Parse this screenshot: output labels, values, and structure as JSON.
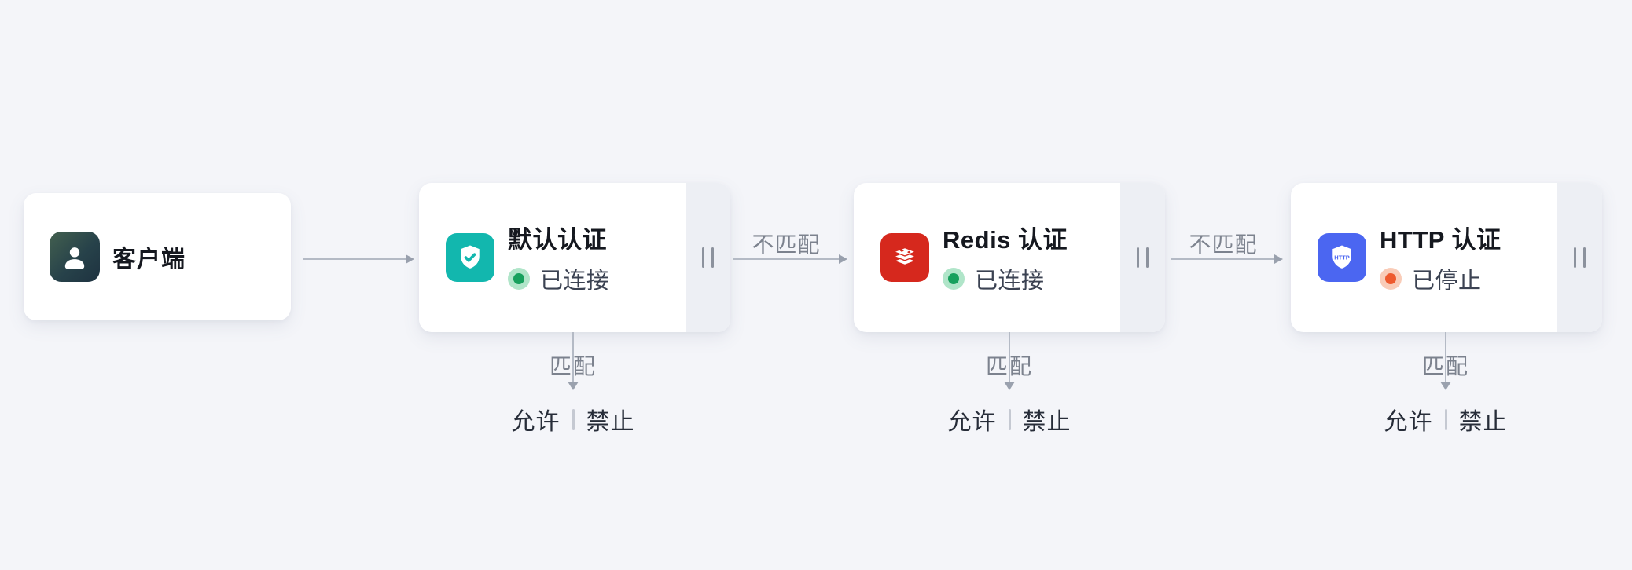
{
  "background_color": "#f4f5f9",
  "client_node": {
    "title": "客户端",
    "icon": "user-icon",
    "icon_gradient": [
      "#43604f",
      "#1e3240"
    ]
  },
  "auth_nodes": [
    {
      "title": "默认认证",
      "icon": "shield-check-icon",
      "icon_color": "#12b7ae",
      "status_label": "已连接",
      "status_state": "connected",
      "match_label": "匹配",
      "allow_label": "允许",
      "deny_label": "禁止"
    },
    {
      "title": "Redis 认证",
      "icon": "redis-icon",
      "icon_color": "#d6281d",
      "status_label": "已连接",
      "status_state": "connected",
      "match_label": "匹配",
      "allow_label": "允许",
      "deny_label": "禁止"
    },
    {
      "title": "HTTP 认证",
      "icon": "http-shield-icon",
      "icon_color": "#4b66f1",
      "status_label": "已停止",
      "status_state": "stopped",
      "match_label": "匹配",
      "allow_label": "允许",
      "deny_label": "禁止"
    }
  ],
  "edge_labels": {
    "mismatch_1": "不匹配",
    "mismatch_2": "不匹配"
  },
  "status_colors": {
    "connected_dot": "#17a05d",
    "connected_halo": "#b0e5c9",
    "stopped_dot": "#ee5a2e",
    "stopped_halo": "#f9ccb8"
  },
  "arrow_color": "#b4bac5"
}
